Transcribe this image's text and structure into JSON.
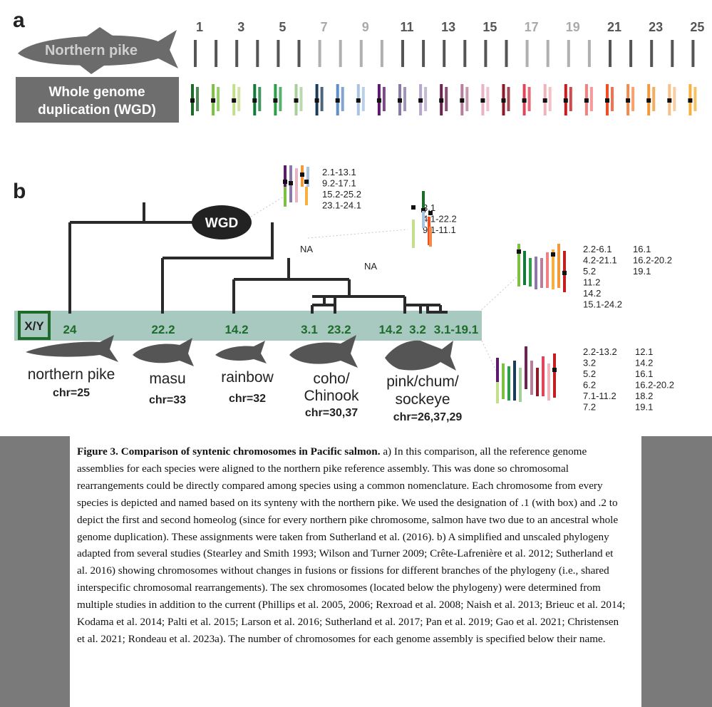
{
  "panel_a": {
    "letter": "a",
    "pike_label": "Northern pike",
    "wgd_label_line1": "Whole genome",
    "wgd_label_line2": "duplication (WGD)",
    "chrom_numbers": [
      "1",
      "3",
      "5",
      "7",
      "9",
      "11",
      "13",
      "15",
      "17",
      "19",
      "21",
      "23",
      "25"
    ],
    "chrom_colors": [
      "#1f6b2a",
      "#7cc142",
      "#c4df8a",
      "#147a3a",
      "#2e9e4a",
      "#a7cf9b",
      "#1c3d5a",
      "#5f8fc4",
      "#a9c4e0",
      "#5b1a6b",
      "#8a7aa8",
      "#b6a8c8",
      "#6b2450",
      "#b5809c",
      "#e8b4c4",
      "#8c1a2a",
      "#e0455a",
      "#f2b2bc",
      "#c41e1e",
      "#f28080",
      "#f04e23",
      "#f48a4a",
      "#f29a3a",
      "#f5c08a",
      "#f5b040"
    ]
  },
  "panel_b": {
    "letter": "b",
    "wgd": "WGD",
    "na1": "NA",
    "na2": "NA",
    "xy": "X/Y",
    "sex_labels": [
      "24",
      "22.2",
      "14.2",
      "3.1",
      "23.2",
      "14.2",
      "3.2",
      "3.1-19.1"
    ],
    "species": [
      {
        "name_l1": "northern pike",
        "name_l2": "",
        "chr": "chr=25"
      },
      {
        "name_l1": "masu",
        "name_l2": "",
        "chr": "chr=33"
      },
      {
        "name_l1": "rainbow",
        "name_l2": "",
        "chr": "chr=32"
      },
      {
        "name_l1": "coho/",
        "name_l2": "Chinook",
        "chr": "chr=30,37"
      },
      {
        "name_l1": "pink/chum/",
        "name_l2": "sockeye",
        "chr": "chr=26,37,29"
      }
    ],
    "fusion_list_1": [
      "2.1-13.1",
      "9.2-17.1",
      "15.2-25.2",
      "23.1-24.1"
    ],
    "fusion_list_2": [
      "3.1",
      "4.1-22.2",
      "9.1-11.1"
    ],
    "fusion_list_3_col1": [
      "2.2-6.1",
      "4.2-21.1",
      "5.2",
      "11.2",
      "14.2",
      "15.1-24.2"
    ],
    "fusion_list_3_col2": [
      "16.1",
      "16.2-20.2",
      "19.1"
    ],
    "fusion_list_4_col1": [
      "2.2-13.2",
      "3.2",
      "5.2",
      "6.2",
      "7.1-11.2",
      "7.2"
    ],
    "fusion_list_4_col2": [
      "12.1",
      "14.2",
      "16.1",
      "16.2-20.2",
      "18.2",
      "19.1"
    ]
  },
  "caption": {
    "title": "Figure 3. Comparison of syntenic chromosomes in Pacific salmon.",
    "body": " a) In this comparison, all the reference genome assemblies for each species were aligned to the northern pike reference assembly. This was done so chromosomal rearrangements could be directly compared among species using a common nomenclature. Each chromosome from every species is depicted and named based on its synteny with the northern pike. We used the designation of .1 (with box) and .2 to depict the first and second homeolog (since for every northern pike chromosome, salmon have two due to an ancestral whole genome duplication). These assignments were taken from Sutherland et al. (2016). b) A simplified and unscaled phylogeny adapted from several studies (Stearley and Smith 1993; Wilson and Turner 2009; Crête-Lafrenière et al. 2012; Sutherland et al. 2016) showing chromosomes without changes in fusions or fissions for different branches of the phylogeny (i.e., shared interspecific chromosomal rearrangements). The sex chromosomes (located below the phylogeny) were determined from multiple studies in addition to the current (Phillips et al. 2005, 2006; Rexroad et al. 2008; Naish et al. 2013; Brieuc et al. 2014; Kodama et al. 2014; Palti et al. 2015; Larson et al. 2016; Sutherland et al. 2017; Pan et al. 2019; Gao et al. 2021; Christensen et al. 2021; Rondeau et al. 2023a). The number of chromosomes for each genome assembly is specified below their name."
  }
}
